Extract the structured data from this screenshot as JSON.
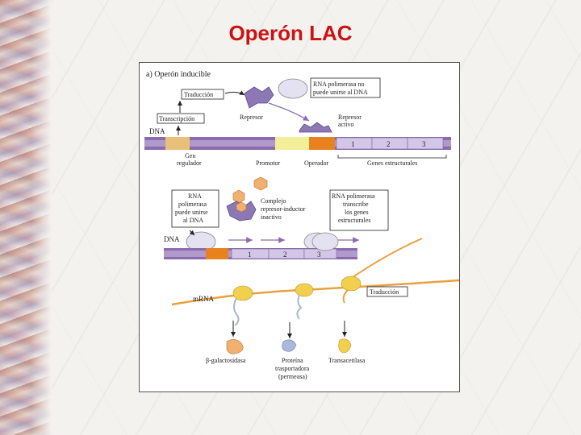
{
  "slide": {
    "title": "Operón LAC"
  },
  "figure": {
    "panel_title": "a) Operón inducible",
    "top": {
      "traduccion": "Traducción",
      "transcripcion": "Transcripción",
      "dna": "DNA",
      "represor": "Represor",
      "rna_pol_no_line1": "RNA polimerasa no",
      "rna_pol_no_line2": "puede unirse al DNA",
      "represor_activo_line1": "Represor",
      "represor_activo_line2": "activo",
      "gen_line1": "Gen",
      "gen_line2": "regulador",
      "promotor": "Promotor",
      "operador": "Operador",
      "genes_estructurales": "Genes estructurales",
      "gene_numbers": [
        "1",
        "2",
        "3"
      ]
    },
    "middle": {
      "rna_pol_si_line1": "RNA",
      "rna_pol_si_line2": "polimerasa",
      "rna_pol_si_line3": "puede unirse",
      "rna_pol_si_line4": "al DNA",
      "complejo_line1": "Complejo",
      "complejo_line2": "represor-inductor",
      "complejo_line3": "inactivo",
      "transcribe_line1": "RNA polimerasa",
      "transcribe_line2": "transcribe",
      "transcribe_line3": "los genes",
      "transcribe_line4": "estructurales",
      "dna": "DNA",
      "gene_numbers": [
        "1",
        "2",
        "3"
      ]
    },
    "bottom": {
      "mrna": "mRNA",
      "traduccion": "Traducción",
      "beta": "β-galactosidasa",
      "proteina_line1": "Proteína",
      "proteina_line2": "trasportadora",
      "proteina_line3": "(permeasa)",
      "transacetilasa": "Transacetilasa"
    },
    "colors": {
      "dna_purple": "#8a6bb0",
      "dna_light": "#c9b8dd",
      "gene_regulator": "#e8c07a",
      "promoter": "#f2ee9a",
      "operator": "#e8821e",
      "structural": "#d4c6e6",
      "repressor": "#8c78b4",
      "polymerase": "#e4e2f0",
      "ribosome": "#f2cf4c",
      "mrna": "#e8a040"
    }
  }
}
